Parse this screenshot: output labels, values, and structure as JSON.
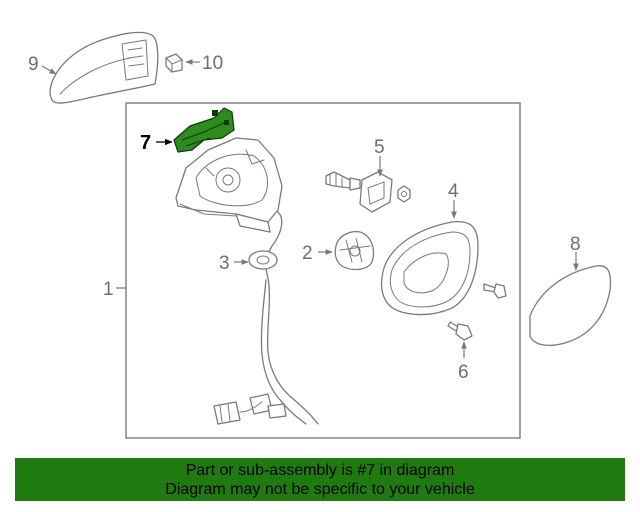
{
  "diagram": {
    "callouts": [
      {
        "id": "1",
        "label": "1"
      },
      {
        "id": "2",
        "label": "2"
      },
      {
        "id": "3",
        "label": "3"
      },
      {
        "id": "4",
        "label": "4"
      },
      {
        "id": "5",
        "label": "5"
      },
      {
        "id": "6",
        "label": "6"
      },
      {
        "id": "7",
        "label": "7",
        "highlighted": true
      },
      {
        "id": "8",
        "label": "8"
      },
      {
        "id": "9",
        "label": "9"
      },
      {
        "id": "10",
        "label": "10"
      }
    ],
    "highlight_color": "#2e8b1e",
    "line_color": "#7a7a7a"
  },
  "footer": {
    "line1": "Part or sub-assembly is #7 in diagram",
    "line2": "Diagram may not be specific to your vehicle",
    "background": "#1f7a10"
  }
}
